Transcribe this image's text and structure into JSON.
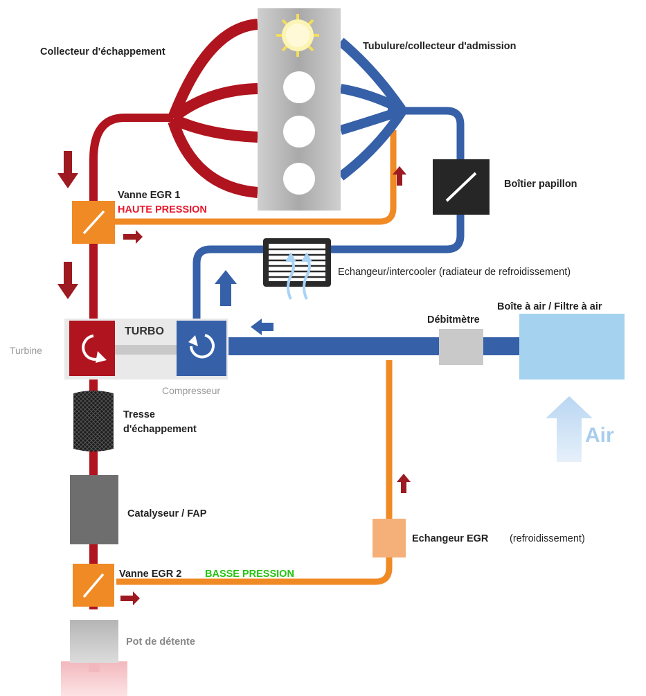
{
  "labels": {
    "exhaust_manifold": "Collecteur d'échappement",
    "intake_manifold": "Tubulure/collecteur d'admission",
    "throttle_body": "Boîtier papillon",
    "egr1_line1": "Vanne EGR 1",
    "egr1_line2": "HAUTE PRESSION",
    "intercooler": "Echangeur/intercooler (radiateur de refroidissement)",
    "air_box": "Boîte à air / Filtre à air",
    "flowmeter": "Débitmètre",
    "turbo": "TURBO",
    "turbine": "Turbine",
    "compressor": "Compresseur",
    "braid_line1": "Tresse",
    "braid_line2": "d'échappement",
    "catalyst": "Catalyseur / FAP",
    "egr_cooler": "Echangeur EGR",
    "egr_cooler_note": "(refroidissement)",
    "egr2": "Vanne EGR 2",
    "egr2_pressure": "BASSE PRESSION",
    "silencer": "Pot de détente",
    "air": "Air"
  },
  "colors": {
    "exhaust": "#b0141e",
    "intake": "#3660a8",
    "egr": "#f08a24",
    "high_pressure_text": "#e8192c",
    "low_pressure_text": "#22c40e"
  }
}
